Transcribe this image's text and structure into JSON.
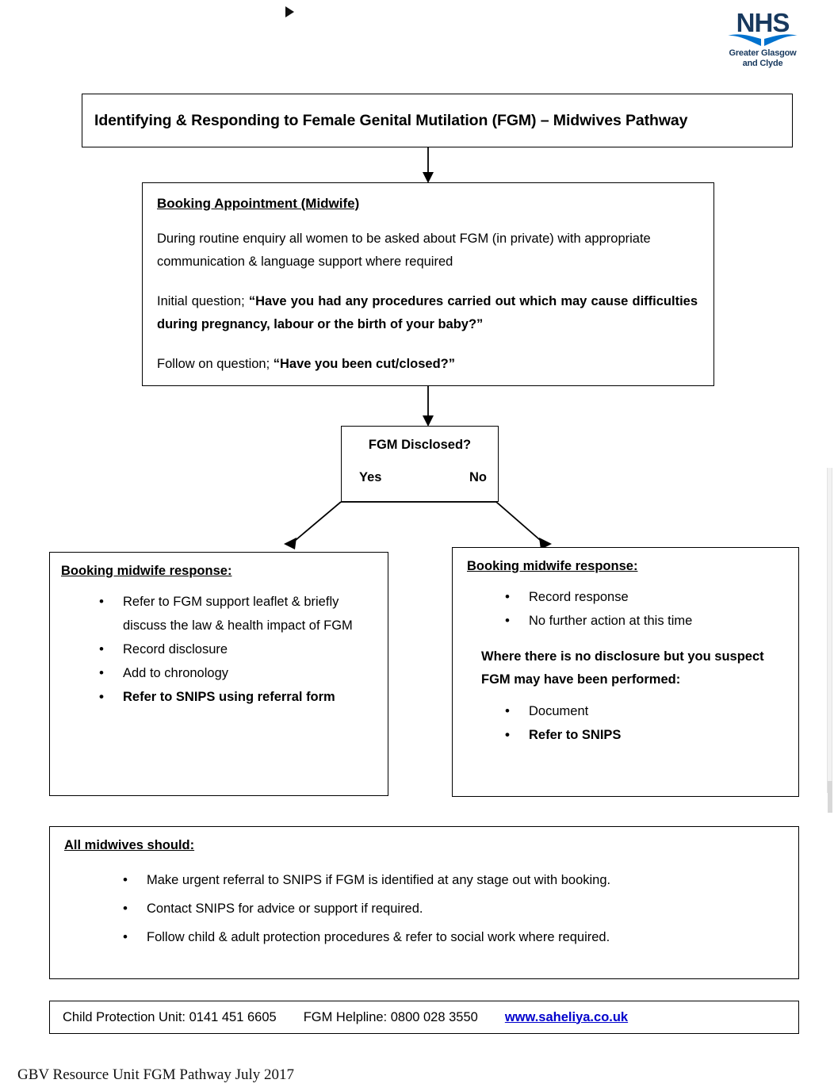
{
  "document": {
    "title": "Identifying & Responding to Female Genital Mutilation (FGM) – Midwives Pathway",
    "footer_note": "GBV Resource Unit FGM Pathway July 2017"
  },
  "logo": {
    "wordmark": "NHS",
    "line1": "Greater Glasgow",
    "line2": "and Clyde",
    "navy": "#18395e",
    "blue": "#0072ce"
  },
  "booking": {
    "heading": "Booking Appointment (Midwife)",
    "paragraph1": "During routine enquiry all women to be asked about FGM (in private) with appropriate communication & language support where required",
    "paragraph2_lead": "Initial question; ",
    "paragraph2_quote": "“Have you had any procedures carried out which may cause difficulties during pregnancy, labour or the birth of your baby?”",
    "paragraph3_lead": "Follow on question; ",
    "paragraph3_quote": "“Have you been cut/closed?”"
  },
  "decision": {
    "question": "FGM Disclosed?",
    "option_yes": "Yes",
    "option_no": "No"
  },
  "response_yes": {
    "heading": "Booking midwife response:",
    "bullets": [
      {
        "text": "Refer to FGM support leaflet & briefly discuss the law & health impact of FGM",
        "bold": false
      },
      {
        "text": "Record disclosure",
        "bold": false
      },
      {
        "text": "Add to chronology",
        "bold": false
      },
      {
        "text": "Refer to SNIPS using referral form",
        "bold": true
      }
    ]
  },
  "response_no": {
    "heading": "Booking midwife response:",
    "bullets": [
      {
        "text": "Record response",
        "bold": false
      },
      {
        "text": "No further action at this time",
        "bold": false
      }
    ],
    "note": "Where there is no disclosure but you suspect FGM may have been performed:",
    "bullets2": [
      {
        "text": "Document",
        "bold": false
      },
      {
        "text": "Refer to SNIPS",
        "bold": true
      }
    ]
  },
  "all_midwives": {
    "heading": "All midwives should:",
    "bullets": [
      {
        "text": "Make urgent referral to SNIPS if FGM is identified at any stage out with booking."
      },
      {
        "text": "Contact SNIPS for advice or support if required."
      },
      {
        "text": "Follow child & adult protection procedures & refer to social work where required."
      }
    ]
  },
  "contacts": {
    "child_protection": "Child Protection Unit: 0141 451 6605",
    "fgm_helpline": "FGM Helpline: 0800 028 3550",
    "website": "www.saheliya.co.uk",
    "link_color": "#0000cc"
  }
}
